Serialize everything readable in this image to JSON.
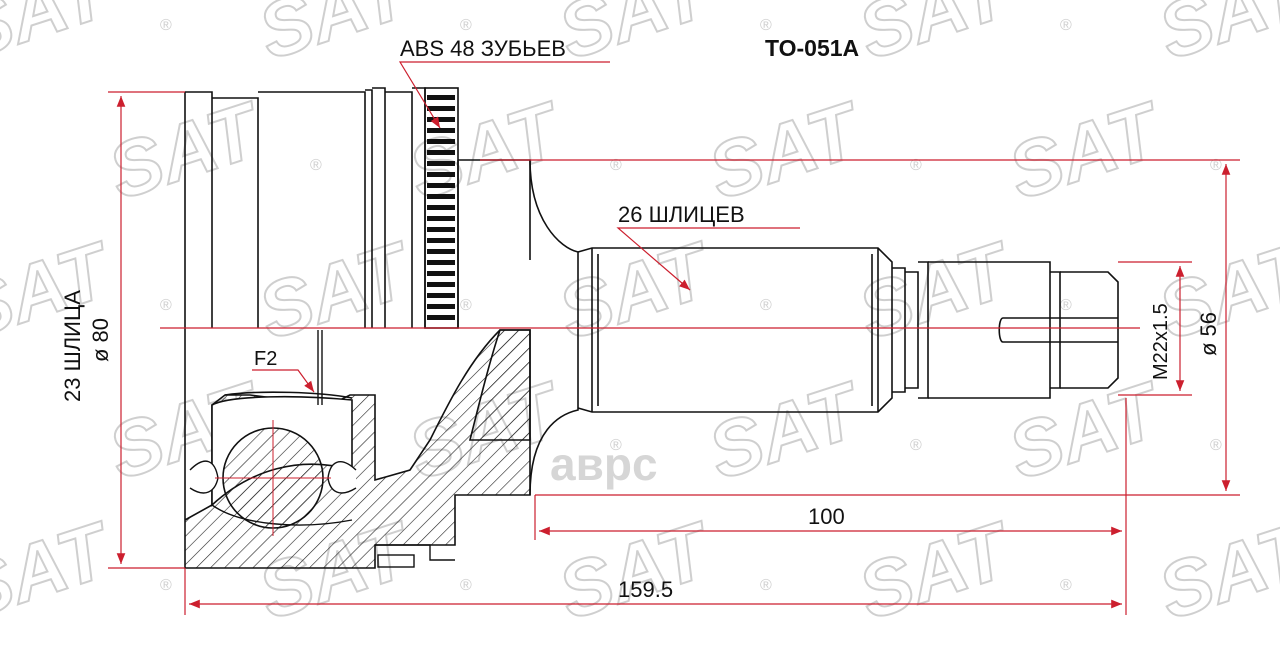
{
  "title": "TO-051A",
  "watermark": {
    "logo_text": "SAT",
    "registered_mark": "®",
    "brand_text": "аврс"
  },
  "labels": {
    "abs_teeth": "ABS 48 ЗУБЬЕВ",
    "shaft_splines": "26 ШЛИЦЕВ",
    "outer_splines": "23 ШЛИЦА",
    "outer_diameter": "ø 80",
    "thread": "M22x1.5",
    "shaft_diameter": "ø 56",
    "grease": "F2",
    "dim_shaft_length": "100",
    "dim_total_length": "159.5"
  },
  "colors": {
    "drawing": "#111111",
    "dimension": "#cc1f2e",
    "hatch": "#222222",
    "watermark": "#cfcfcf"
  }
}
